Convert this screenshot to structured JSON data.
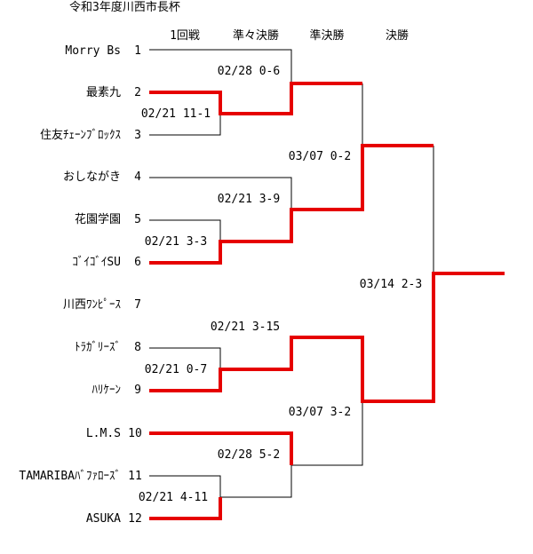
{
  "title": "令和3年度川西市長杯",
  "rounds": [
    "1回戦",
    "準々決勝",
    "準決勝",
    "決勝"
  ],
  "teams": [
    {
      "seed": "1",
      "name": "Morry Bs"
    },
    {
      "seed": "2",
      "name": "最素九"
    },
    {
      "seed": "3",
      "name": "住友ﾁｪｰﾝﾌﾞﾛｯｸｽ"
    },
    {
      "seed": "4",
      "name": "おしながき"
    },
    {
      "seed": "5",
      "name": "花園学園"
    },
    {
      "seed": "6",
      "name": "ｺﾞｲｺﾞｲSU"
    },
    {
      "seed": "7",
      "name": "川西ﾜﾝﾋﾟｰｽ"
    },
    {
      "seed": "8",
      "name": "ﾄﾗｶﾞﾘｰｽﾞ"
    },
    {
      "seed": "9",
      "name": "ﾊﾘｹｰﾝ"
    },
    {
      "seed": "10",
      "name": "L.M.S"
    },
    {
      "seed": "11",
      "name": "TAMARIBAﾊﾞﾌｧﾛｰｽﾞ"
    },
    {
      "seed": "12",
      "name": "ASUKA"
    }
  ],
  "scores": {
    "r1_a": "02/21  11-1",
    "r1_b": "02/21  3-3",
    "r1_c": "02/21  0-7",
    "r1_d": "02/21  4-11",
    "qf_a": "02/28  0-6",
    "qf_b": "02/21  3-9",
    "qf_c": "02/21  3-15",
    "qf_d": "02/28  5-2",
    "sf_a": "03/07  0-2",
    "sf_b": "03/07  3-2",
    "final": "03/14  2-3"
  },
  "colors": {
    "winner": "#e60000",
    "line": "#000000"
  }
}
